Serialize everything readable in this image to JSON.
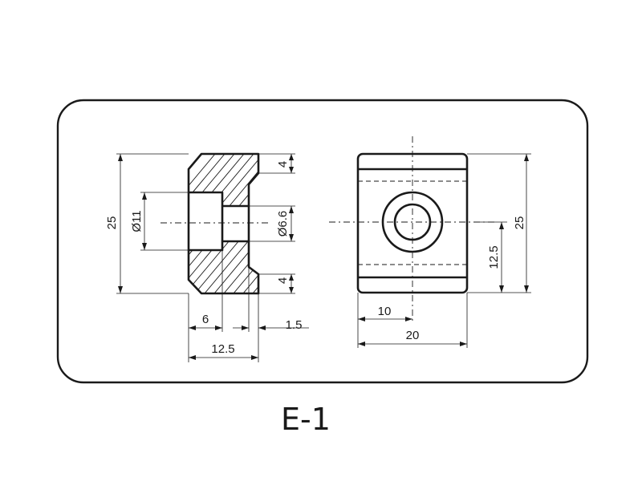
{
  "drawing": {
    "part_label": "E-1",
    "side_view": {
      "height": "25",
      "counterbore_diameter": "Ø11",
      "through_hole_diameter": "Ø6.6",
      "top_slot": "4",
      "bottom_slot": "4",
      "counterbore_depth": "6",
      "lip": "1.5",
      "width": "12.5"
    },
    "front_view": {
      "height": "25",
      "hole_center_height": "12.5",
      "hole_center_offset": "10",
      "width": "20"
    }
  }
}
